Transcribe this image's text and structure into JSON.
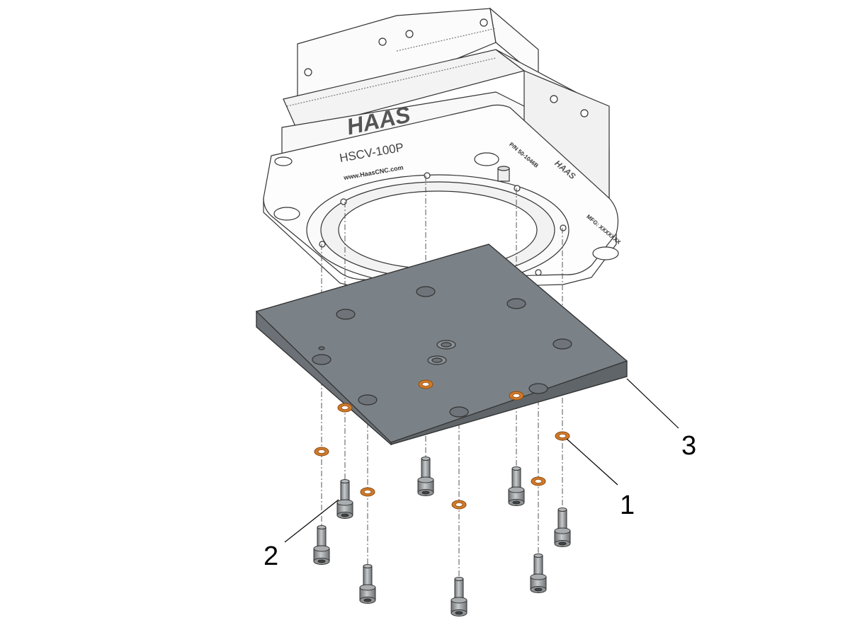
{
  "vise": {
    "brand": "HAAS",
    "model": "HSCV-100P",
    "website": "www.HaasCNC.com",
    "part_number": "P/N 50-1046B",
    "mfg": "MFG: XXXXXXX"
  },
  "callouts": [
    {
      "label": "1"
    },
    {
      "label": "2"
    },
    {
      "label": "3"
    }
  ],
  "colors": {
    "plate": "#7b8287",
    "washer": "#d07a2a",
    "bolt": "#9a9ea1",
    "line": "#333333"
  }
}
